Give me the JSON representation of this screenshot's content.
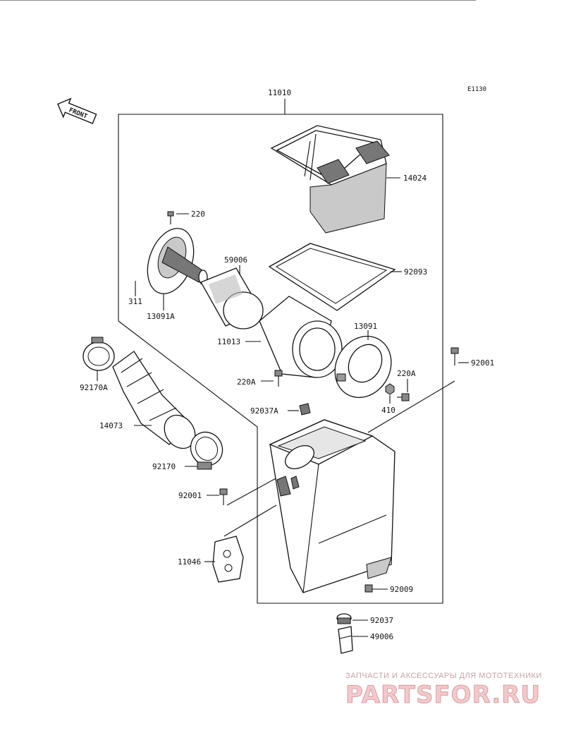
{
  "diagram_code": "E1130",
  "front_label": "FRONT",
  "assembly_label": "11010",
  "parts": {
    "p14024": "14024",
    "p220_top": "220",
    "p59006": "59006",
    "p92093": "92093",
    "p311": "311",
    "p13091A": "13091A",
    "p13091": "13091",
    "p11013": "11013",
    "p92001_right": "92001",
    "p220A_left": "220A",
    "p220A_right": "220A",
    "p92170A": "92170A",
    "p410": "410",
    "p92037A": "92037A",
    "p14073": "14073",
    "p92170": "92170",
    "p92001_left": "92001",
    "p11046": "11046",
    "p92009": "92009",
    "p92037": "92037",
    "p49006": "49006"
  },
  "watermark": {
    "tagline": "ЗАПЧАСТИ И АКСЕССУАРЫ ДЛЯ МОТОТЕХНИКИ",
    "brand": "PARTSFOR.RU"
  }
}
